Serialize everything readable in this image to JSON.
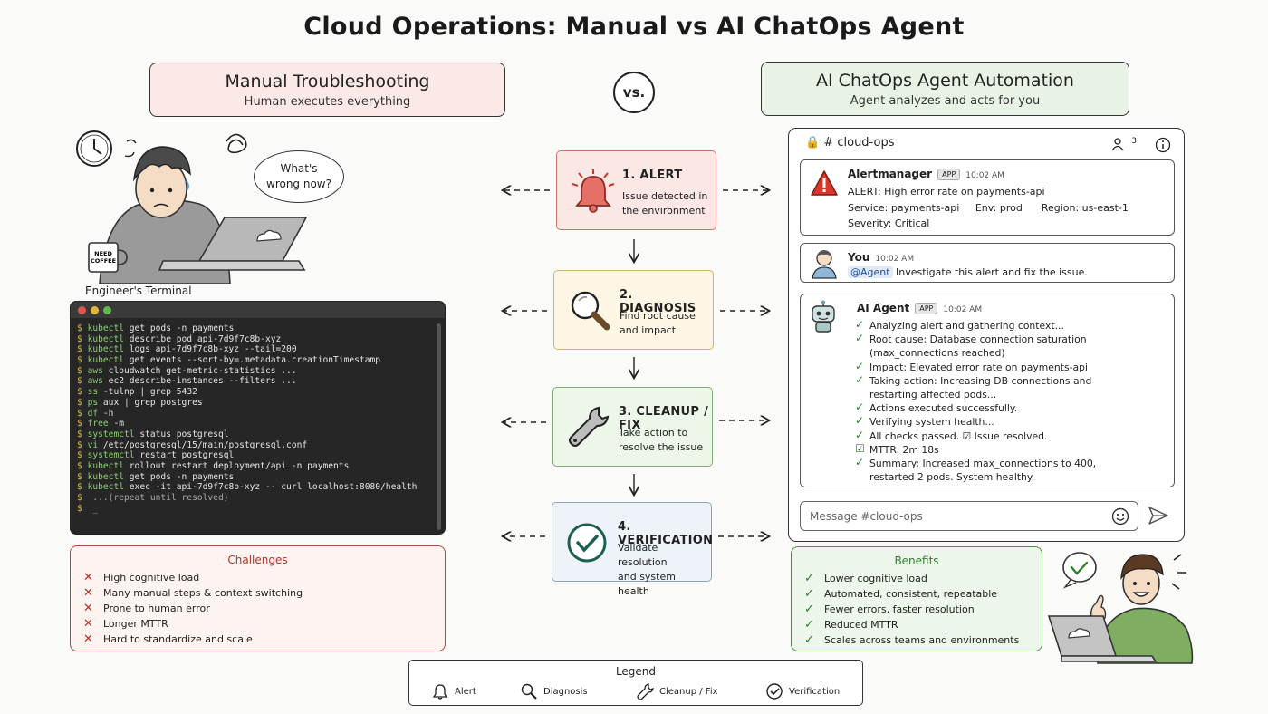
{
  "title": "Cloud Operations: Manual vs AI ChatOps Agent",
  "vs": "vs.",
  "manual": {
    "title": "Manual Troubleshooting",
    "subtitle": "Human executes everything",
    "thought": [
      "What's",
      "wrong now?"
    ],
    "mug": [
      "NEED",
      "COFFEE"
    ],
    "terminal_label": "Engineer's Terminal",
    "terminal_lines": [
      {
        "prompt": "$",
        "cmd": "kubectl",
        "rest": " get pods -n payments"
      },
      {
        "prompt": "$",
        "cmd": "kubectl",
        "rest": " describe pod api-7d9f7c8b-xyz"
      },
      {
        "prompt": "$",
        "cmd": "kubectl",
        "rest": " logs api-7d9f7c8b-xyz --tail=200"
      },
      {
        "prompt": "$",
        "cmd": "kubectl",
        "rest": " get events --sort-by=.metadata.creationTimestamp"
      },
      {
        "prompt": "$",
        "cmd": "aws",
        "rest": " cloudwatch get-metric-statistics ..."
      },
      {
        "prompt": "$",
        "cmd": "aws",
        "rest": " ec2 describe-instances --filters ..."
      },
      {
        "prompt": "$",
        "cmd": "ss",
        "rest": " -tulnp | grep 5432"
      },
      {
        "prompt": "$",
        "cmd": "ps",
        "rest": " aux | grep postgres"
      },
      {
        "prompt": "$",
        "cmd": "df",
        "rest": " -h"
      },
      {
        "prompt": "$",
        "cmd": "free",
        "rest": " -m"
      },
      {
        "prompt": "$",
        "cmd": "systemctl",
        "rest": " status postgresql"
      },
      {
        "prompt": "$",
        "cmd": "vi",
        "rest": " /etc/postgresql/15/main/postgresql.conf"
      },
      {
        "prompt": "$",
        "cmd": "systemctl",
        "rest": " restart postgresql"
      },
      {
        "prompt": "$",
        "cmd": "kubectl",
        "rest": " rollout restart deployment/api -n payments"
      },
      {
        "prompt": "$",
        "cmd": "kubectl",
        "rest": " get pods -n payments"
      },
      {
        "prompt": "$",
        "cmd": "kubectl",
        "rest": " exec -it api-7d9f7c8b-xyz -- curl localhost:8080/health"
      },
      {
        "prompt": "$",
        "cmd": "",
        "rest": " ...(repeat until resolved)"
      },
      {
        "prompt": "$",
        "cmd": "",
        "rest": " _"
      }
    ],
    "challenges_title": "Challenges",
    "challenges": [
      "High cognitive load",
      "Many manual steps & context switching",
      "Prone to human error",
      "Longer MTTR",
      "Hard to standardize and scale"
    ]
  },
  "ai": {
    "title": "AI ChatOps Agent Automation",
    "subtitle": "Agent analyzes and acts for you",
    "channel": "# cloud-ops",
    "member_count": "3",
    "alert_msg": {
      "sender": "Alertmanager",
      "badge": "APP",
      "time": "10:02 AM",
      "line1": "ALERT: High error rate on payments-api",
      "line2": "Service: payments-api     Env: prod      Region: us-east-1",
      "line3": "Severity: Critical"
    },
    "user_msg": {
      "sender": "You",
      "time": "10:02 AM",
      "mention": "@Agent",
      "text": " Investigate this alert and fix the issue."
    },
    "agent_msg": {
      "sender": "AI Agent",
      "badge": "APP",
      "time": "10:02 AM",
      "lines": [
        {
          "check": true,
          "text": "Analyzing alert and gathering context..."
        },
        {
          "check": true,
          "text": "Root cause: Database connection saturation"
        },
        {
          "check": false,
          "text": "(max_connections reached)"
        },
        {
          "check": true,
          "text": "Impact: Elevated error rate on payments-api"
        },
        {
          "check": true,
          "text": "Taking action: Increasing DB connections and"
        },
        {
          "check": false,
          "text": "restarting affected pods..."
        },
        {
          "check": true,
          "text": "Actions executed successfully."
        },
        {
          "check": true,
          "text": "Verifying system health..."
        },
        {
          "check": true,
          "text": "All checks passed.  ☑ Issue resolved."
        },
        {
          "check": true,
          "text": "MTTR: 2m 18s"
        },
        {
          "check": true,
          "text": "Summary: Increased max_connections to 400,"
        },
        {
          "check": false,
          "text": "restarted 2 pods. System healthy."
        }
      ]
    },
    "input_placeholder": "Message #cloud-ops",
    "benefits_title": "Benefits",
    "benefits": [
      "Lower cognitive load",
      "Automated, consistent, repeatable",
      "Fewer errors, faster resolution",
      "Reduced MTTR",
      "Scales across teams and environments"
    ]
  },
  "steps": [
    {
      "title": "1. ALERT",
      "desc": [
        "Issue detected in",
        "the environment"
      ]
    },
    {
      "title": "2. DIAGNOSIS",
      "desc": [
        "Find root cause",
        "and impact"
      ]
    },
    {
      "title": "3. CLEANUP / FIX",
      "desc": [
        "Take action to",
        "resolve the issue"
      ]
    },
    {
      "title": "4. VERIFICATION",
      "desc": [
        "Validate resolution",
        "and system health"
      ]
    }
  ],
  "legend": {
    "title": "Legend",
    "items": [
      "Alert",
      "Diagnosis",
      "Cleanup / Fix",
      "Verification"
    ]
  },
  "icons": {
    "bell": "bell-icon",
    "magnifier": "magnifier-icon",
    "wrench": "wrench-icon",
    "check_circle": "check-circle-icon",
    "warning": "warning-icon",
    "robot": "robot-icon",
    "lock": "lock-icon",
    "members": "members-icon",
    "info": "info-icon",
    "emoji": "emoji-icon",
    "send": "send-icon"
  },
  "colors": {
    "alert": "#d9534f",
    "diagnosis": "#d8b461",
    "fix": "#7eaf72",
    "verification": "#8aa3c7",
    "challenge_red": "#b23427",
    "benefit_green": "#2f7d2f"
  }
}
